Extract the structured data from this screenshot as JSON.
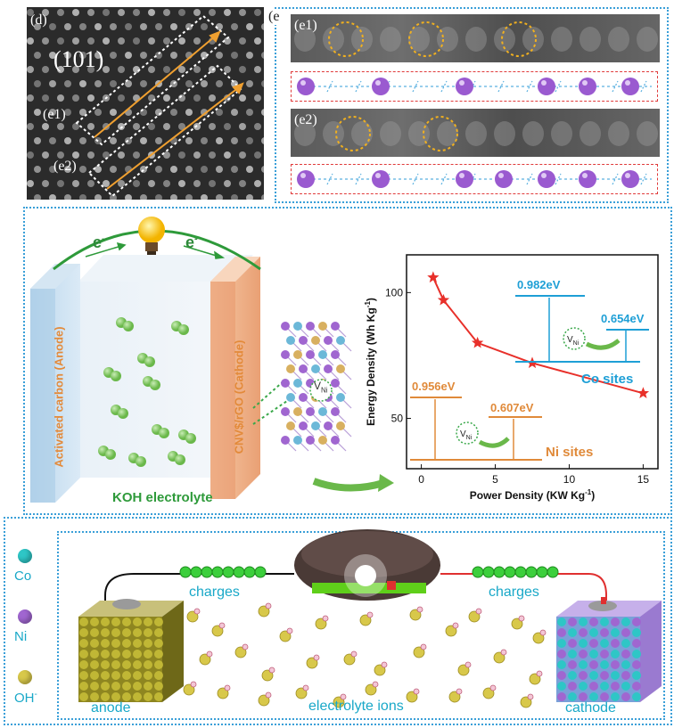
{
  "panel_d": {
    "label": "(d)",
    "plane": "(101)",
    "row1_label": "(e1)",
    "row2_label": "(e2)"
  },
  "panel_e": {
    "label": "(e",
    "strip1_label": "(e1)",
    "strip2_label": "(e2)"
  },
  "device": {
    "electron_left": "e",
    "electron_right": "e",
    "electron_sup": "-",
    "anode_label": "Activated carbon (Anode)",
    "cathode_label": "CNV$/rGO (Cathode)",
    "electrolyte_label": "KOH electrolyte",
    "vacancy_label": "V",
    "vacancy_sub": "Ni"
  },
  "energy": {
    "co_gap1": "0.982eV",
    "co_gap2": "0.654eV",
    "co_sites": "Co sites",
    "ni_gap1": "0.956eV",
    "ni_gap2": "0.607eV",
    "ni_sites": "Ni sites",
    "vacancy": "V",
    "vacancy_sub": "Ni"
  },
  "chart_data": {
    "type": "line",
    "x": [
      0.8,
      1.5,
      3.8,
      7.5,
      15
    ],
    "y": [
      106,
      97,
      80,
      72,
      60
    ],
    "xlabel": "Power Density (KW Kg",
    "xlabel_sup": "-1",
    "xlabel_end": ")",
    "ylabel": "Energy Density (Wh Kg",
    "ylabel_sup": "-1",
    "ylabel_end": ")",
    "xlim": [
      -1,
      16
    ],
    "ylim": [
      30,
      115
    ],
    "xticks": [
      0,
      5,
      10,
      15
    ],
    "yticks": [
      50,
      100
    ],
    "color": "#e8302a"
  },
  "battery": {
    "legend": [
      {
        "label": "Co",
        "color": "#2ec6c6"
      },
      {
        "label": "Ni",
        "color": "#a066d0"
      },
      {
        "label": "OH",
        "sup": "-",
        "color": "#d8c84a"
      }
    ],
    "charges_left": "charges",
    "charges_right": "charges",
    "anode": "anode",
    "cathode": "cathode",
    "electrolyte_ions": "electrolyte ions"
  }
}
